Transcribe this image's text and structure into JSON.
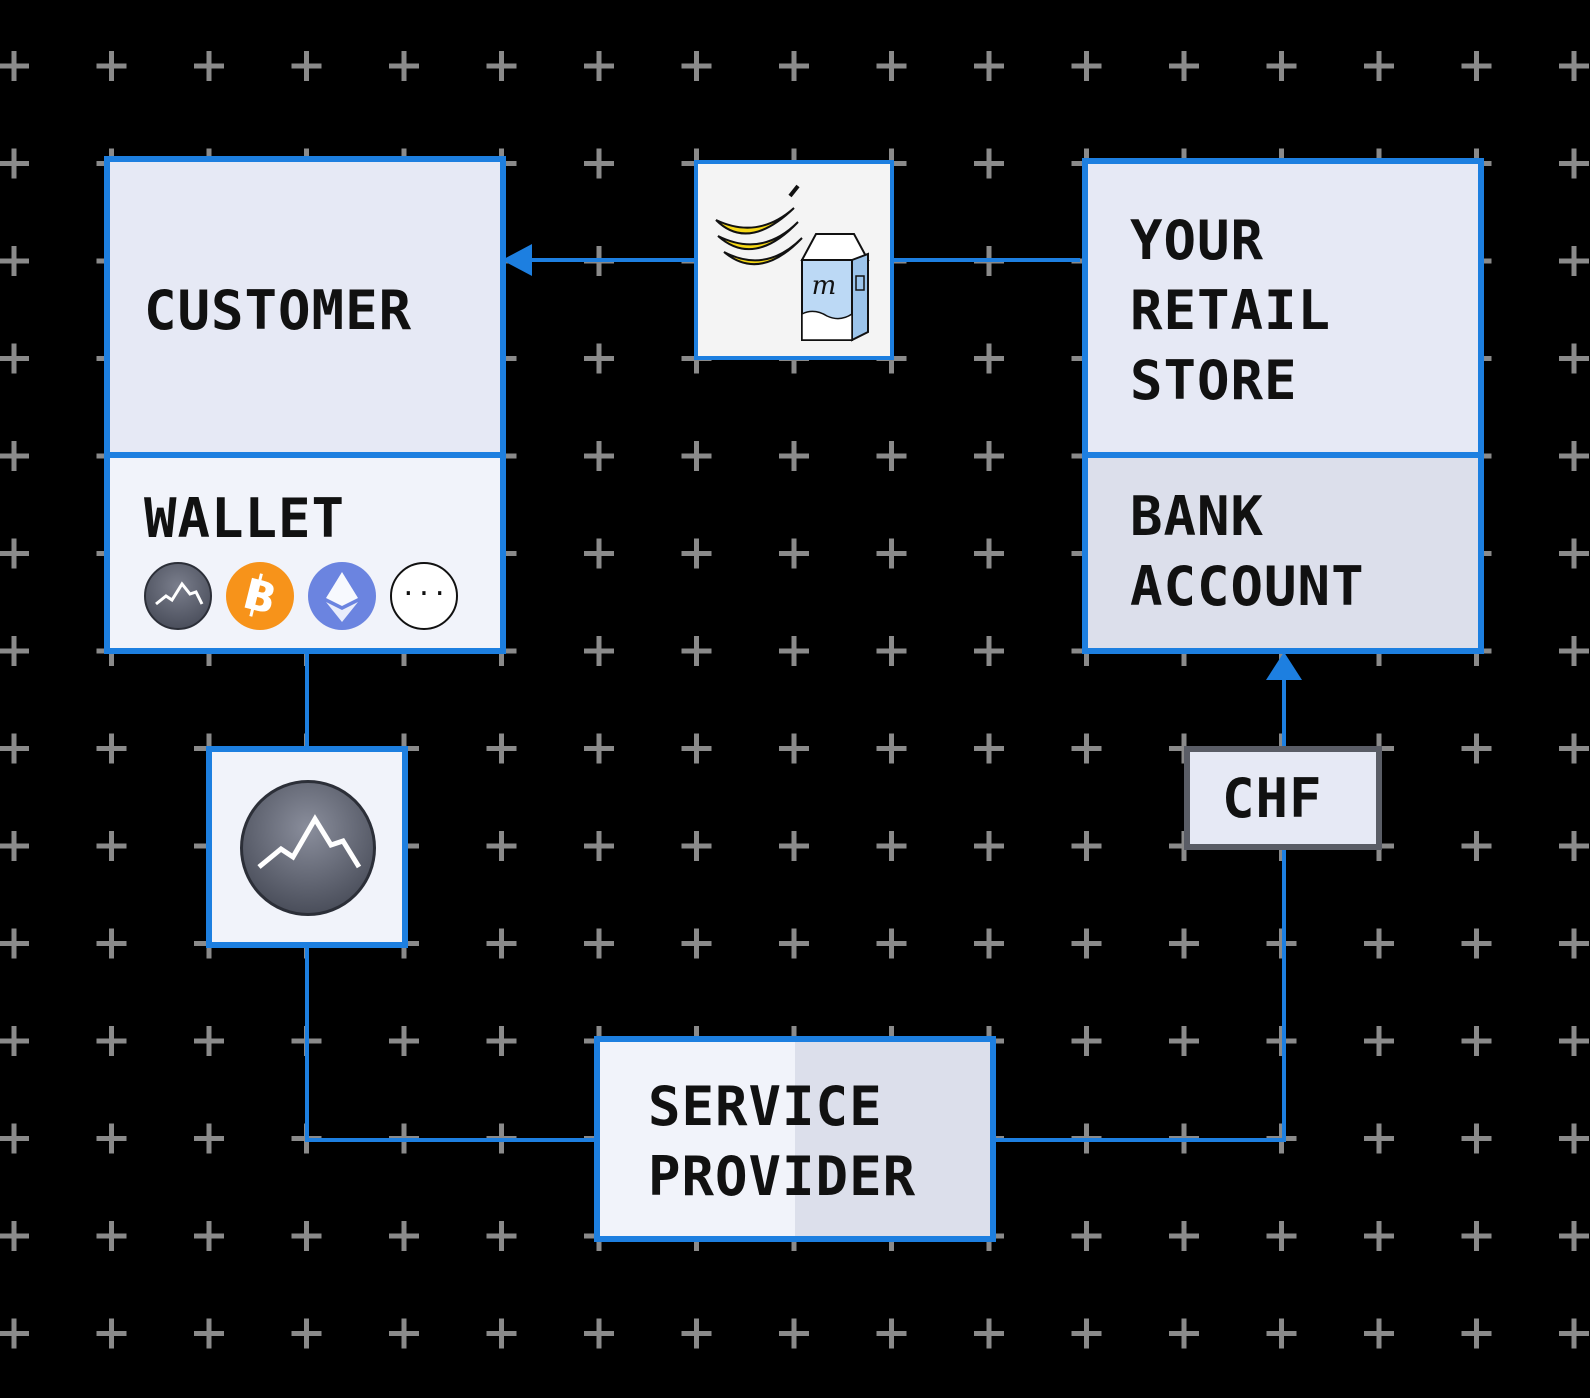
{
  "colors": {
    "background": "#000000",
    "grid": "#8a8a8a",
    "accent": "#1d7fe0",
    "box_fill": "#e6e9f5",
    "box_fill_light": "#f1f3fa",
    "box_fill_dark": "#dcdfeb",
    "bitcoin": "#f7931a",
    "ethereum": "#6b84e0",
    "mountain_coin": "#5c606e"
  },
  "customer": {
    "title": "CUSTOMER"
  },
  "wallet": {
    "title": "WALLET",
    "coins": [
      "mountain-coin-icon",
      "bitcoin-icon",
      "ethereum-icon",
      "more-icon"
    ],
    "more_label": "···"
  },
  "goods": {
    "icons": [
      "banana-icon",
      "milk-carton-icon"
    ],
    "milk_mark": "m"
  },
  "store": {
    "title": "YOUR\nRETAIL\nSTORE"
  },
  "bank": {
    "title": "BANK\nACCOUNT"
  },
  "token": {
    "icon": "mountain-coin-icon"
  },
  "currency": {
    "label": "CHF"
  },
  "provider": {
    "title": "SERVICE\nPROVIDER"
  }
}
